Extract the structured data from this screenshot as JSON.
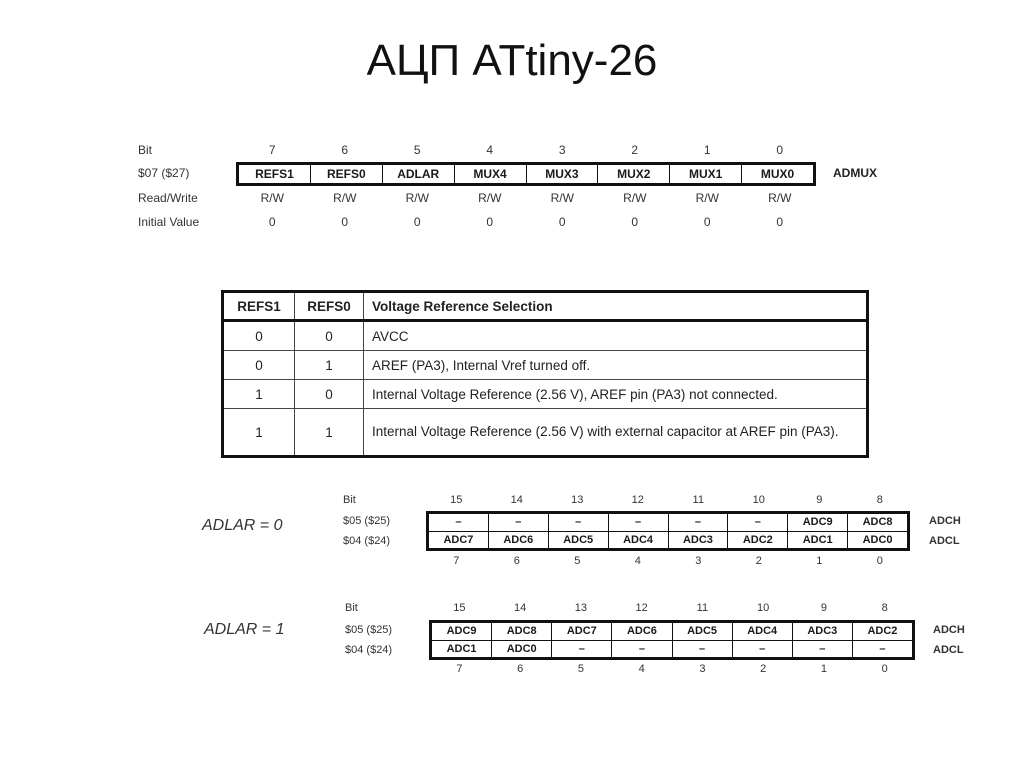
{
  "title": "АЦП ATtiny-26",
  "admux": {
    "bit_label": "Bit",
    "bits": [
      "7",
      "6",
      "5",
      "4",
      "3",
      "2",
      "1",
      "0"
    ],
    "address": "$07 ($27)",
    "fields": [
      "REFS1",
      "REFS0",
      "ADLAR",
      "MUX4",
      "MUX3",
      "MUX2",
      "MUX1",
      "MUX0"
    ],
    "name": "ADMUX",
    "rw_label": "Read/Write",
    "rw": [
      "R/W",
      "R/W",
      "R/W",
      "R/W",
      "R/W",
      "R/W",
      "R/W",
      "R/W"
    ],
    "init_label": "Initial Value",
    "init": [
      "0",
      "0",
      "0",
      "0",
      "0",
      "0",
      "0",
      "0"
    ]
  },
  "vref_table": {
    "headers": [
      "REFS1",
      "REFS0",
      "Voltage Reference Selection"
    ],
    "rows": [
      [
        "0",
        "0",
        "AVCC"
      ],
      [
        "0",
        "1",
        "AREF (PA3), Internal Vref turned off."
      ],
      [
        "1",
        "0",
        "Internal Voltage Reference (2.56 V), AREF pin (PA3) not connected."
      ],
      [
        "1",
        "1",
        "Internal Voltage Reference (2.56 V) with external capacitor at AREF pin (PA3)."
      ]
    ]
  },
  "adlar0": {
    "label": "ADLAR = 0",
    "bit_label": "Bit",
    "top_bits": [
      "15",
      "14",
      "13",
      "12",
      "11",
      "10",
      "9",
      "8"
    ],
    "addr_h": "$05 ($25)",
    "addr_l": "$04 ($24)",
    "high": [
      "–",
      "–",
      "–",
      "–",
      "–",
      "–",
      "ADC9",
      "ADC8"
    ],
    "low": [
      "ADC7",
      "ADC6",
      "ADC5",
      "ADC4",
      "ADC3",
      "ADC2",
      "ADC1",
      "ADC0"
    ],
    "name_h": "ADCH",
    "name_l": "ADCL",
    "bottom_bits": [
      "7",
      "6",
      "5",
      "4",
      "3",
      "2",
      "1",
      "0"
    ]
  },
  "adlar1": {
    "label": "ADLAR = 1",
    "bit_label": "Bit",
    "top_bits": [
      "15",
      "14",
      "13",
      "12",
      "11",
      "10",
      "9",
      "8"
    ],
    "addr_h": "$05 ($25)",
    "addr_l": "$04 ($24)",
    "high": [
      "ADC9",
      "ADC8",
      "ADC7",
      "ADC6",
      "ADC5",
      "ADC4",
      "ADC3",
      "ADC2"
    ],
    "low": [
      "ADC1",
      "ADC0",
      "–",
      "–",
      "–",
      "–",
      "–",
      "–"
    ],
    "name_h": "ADCH",
    "name_l": "ADCL",
    "bottom_bits": [
      "7",
      "6",
      "5",
      "4",
      "3",
      "2",
      "1",
      "0"
    ]
  }
}
